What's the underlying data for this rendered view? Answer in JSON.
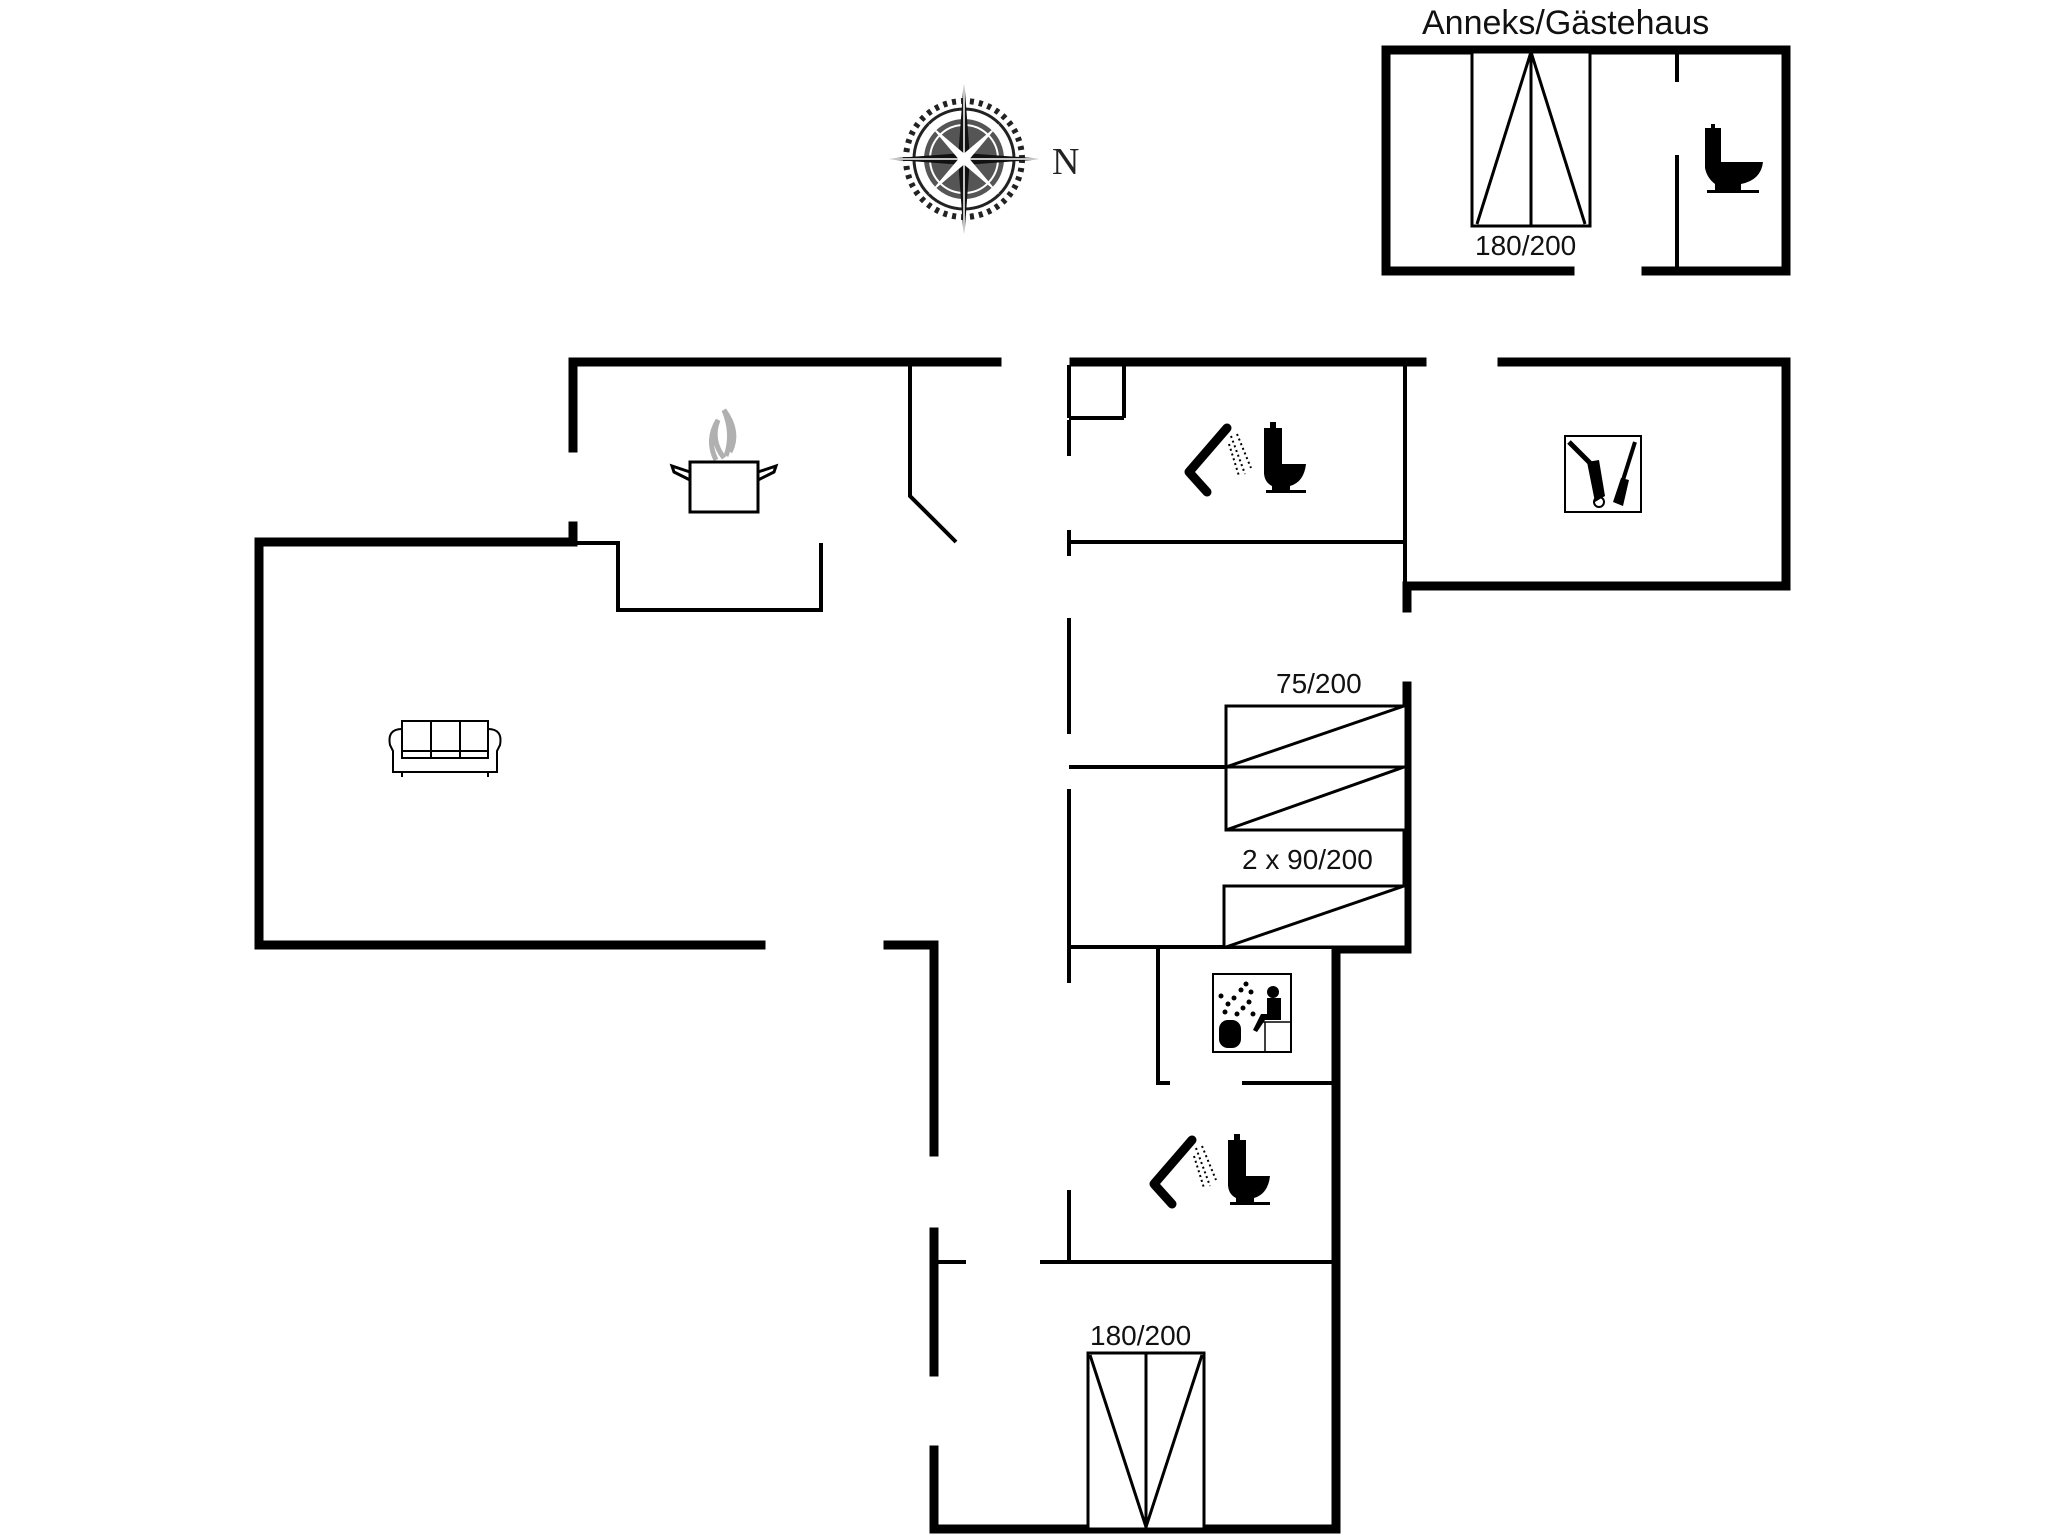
{
  "floorplan": {
    "annex": {
      "title": "Anneks/Gästehaus",
      "bed_label": "180/200",
      "icons": [
        "double-bed-icon",
        "toilet-icon"
      ]
    },
    "compass": {
      "north_label": "N",
      "icon": "compass-rose-icon"
    },
    "rooms": [
      {
        "name": "kitchen",
        "icon": "cooking-pot-icon"
      },
      {
        "name": "living-room",
        "icon": "sofa-icon"
      },
      {
        "name": "bathroom-1",
        "icons": [
          "shower-icon",
          "toilet-icon"
        ]
      },
      {
        "name": "utility-room",
        "icon": "vacuum-broom-icon"
      },
      {
        "name": "bedroom-1",
        "bed_label": "75/200"
      },
      {
        "name": "bedroom-2",
        "bed_label": "2 x 90/200"
      },
      {
        "name": "sauna",
        "icon": "sauna-icon"
      },
      {
        "name": "bathroom-2",
        "icons": [
          "shower-icon",
          "toilet-icon"
        ]
      },
      {
        "name": "bedroom-3",
        "bed_label": "180/200"
      }
    ],
    "colors": {
      "wall": "#000000",
      "background": "#ffffff",
      "steam": "#b0b0b0"
    }
  }
}
